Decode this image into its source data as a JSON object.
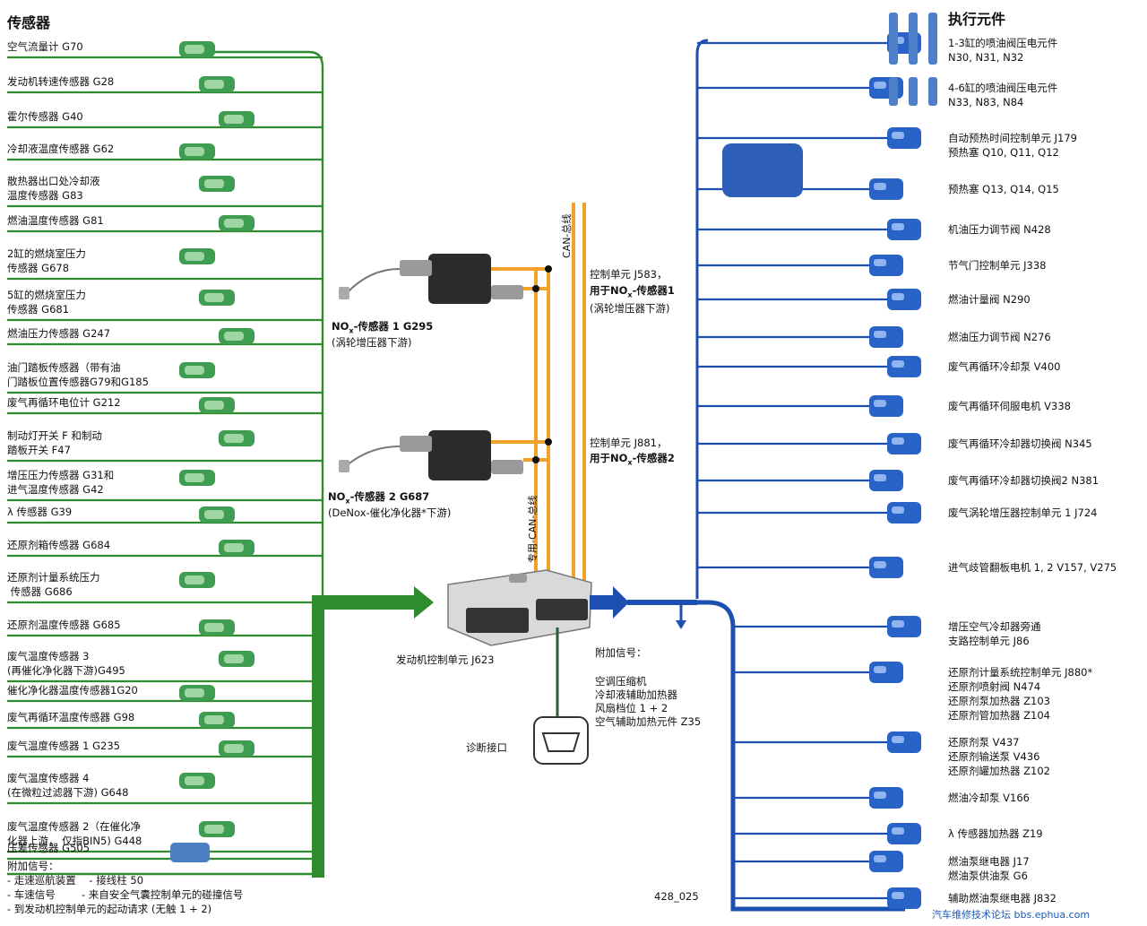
{
  "colors": {
    "green": "#2e8b2e",
    "blue": "#1d4fb0",
    "orange": "#f2a22a",
    "dark": "#111111"
  },
  "sensors": {
    "title": "传感器",
    "items": [
      "空气流量计 G70",
      "发动机转速传感器 G28",
      "霍尔传感器 G40",
      "冷却液温度传感器 G62",
      "散热器出口处冷却液\n温度传感器 G83",
      "燃油温度传感器 G81",
      "2缸的燃烧室压力\n传感器 G678",
      "5缸的燃烧室压力\n传感器 G681",
      "燃油压力传感器 G247",
      "油门踏板传感器（带有油\n门踏板位置传感器G79和G185",
      "废气再循环电位计 G212",
      "制动灯开关 F 和制动\n踏板开关 F47",
      "增压压力传感器 G31和\n进气温度传感器 G42",
      "λ 传感器 G39",
      "还原剂箱传感器 G684",
      "还原剂计量系统压力\n 传感器 G686",
      "还原剂温度传感器 G685",
      "废气温度传感器 3\n(再催化净化器下游)G495",
      "催化净化器温度传感器1G20",
      "废气再循环温度传感器 G98",
      "废气温度传感器 1 G235",
      "废气温度传感器 4\n(在微粒过滤器下游) G648",
      "废气温度传感器 2（在催化净\n化器上游， 仅指BIN5) G448",
      "压差传感器 G505"
    ],
    "extra_title": "附加信号：",
    "extra_lines": [
      "- 走速巡航装置    - 接线柱 50",
      "- 车速信号        - 来自安全气囊控制单元的碰撞信号",
      "- 到发动机控制单元的起动请求 (无触 1 + 2)"
    ]
  },
  "actuators": {
    "title": "执行元件",
    "items": [
      "1-3缸的喷油阀压电元件\nN30, N31, N32",
      "4-6缸的喷油阀压电元件\nN33, N83, N84",
      "自动预热时间控制单元 J179\n预热塞 Q10, Q11, Q12",
      "预热塞 Q13, Q14, Q15",
      "机油压力调节阀 N428",
      "节气门控制单元 J338",
      "燃油计量阀 N290",
      "燃油压力调节阀 N276",
      "废气再循环冷却泵 V400",
      "废气再循环伺服电机 V338",
      "废气再循环冷却器切换阀 N345",
      "废气再循环冷却器切换阀2 N381",
      "废气涡轮增压器控制单元 1 J724",
      "进气歧管翻板电机 1, 2 V157, V275",
      "增压空气冷却器旁通\n支路控制单元 J86",
      "还原剂计量系统控制单元 J880*\n还原剂喷射阀 N474\n还原剂泵加热器 Z103\n还原剂管加热器 Z104",
      "还原剂泵 V437\n还原剂输送泵 V436\n还原剂罐加热器 Z102",
      "燃油冷却泵 V166",
      "λ 传感器加热器 Z19",
      "燃油泵继电器 J17\n燃油泵供油泵 G6",
      "辅助燃油泵继电器 J832"
    ]
  },
  "center": {
    "nox1_label_a": "NO",
    "nox1_label_sub": "x",
    "nox1_label_b": "-传感器 1 G295",
    "nox1_note": "(涡轮增压器下游)",
    "nox2_label_a": "NO",
    "nox2_label_sub": "x",
    "nox2_label_b": "-传感器 2 G687",
    "nox2_note": "(DeNox-催化净化器*下游)",
    "j583_line1": "控制单元 J583，",
    "j583_line2a": "用于NO",
    "j583_line2sub": "x",
    "j583_line2b": "-传感器1",
    "j583_line3": "(涡轮增压器下游)",
    "j881_line1": "控制单元 J881，",
    "j881_line2a": "用于NO",
    "j881_line2sub": "x",
    "j881_line2b": "-传感器2",
    "can_bus": "CAN-总线",
    "private_can": "专用-CAN-总线",
    "ecu": "发动机控制单元 J623",
    "diag": "诊断接口",
    "extra_title": "附加信号：",
    "extra_lines": [
      "空调压缩机",
      "冷却液辅助加热器",
      "风扇档位 1 + 2",
      "空气辅助加热元件 Z35"
    ],
    "figure_id": "428_025",
    "watermark": "汽车维修技术论坛 bbs.ephua.com"
  }
}
